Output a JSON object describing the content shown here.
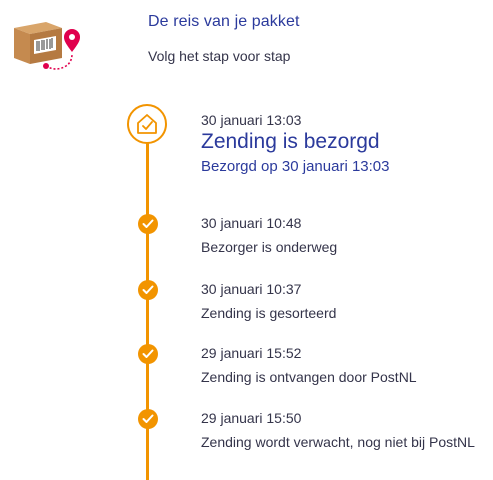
{
  "header": {
    "title": "De reis van je pakket",
    "subtitle": "Volg het stap voor stap"
  },
  "current": {
    "date": "30 januari 13:03",
    "status": "Zending is bezorgd",
    "substatus": "Bezorgd op 30 januari 13:03",
    "icon": "house-check-icon"
  },
  "events": [
    {
      "date": "30 januari 10:48",
      "description": "Bezorger is onderweg"
    },
    {
      "date": "30 januari 10:37",
      "description": "Zending is gesorteerd"
    },
    {
      "date": "29 januari 15:52",
      "description": "Zending is ontvangen door PostNL"
    },
    {
      "date": "29 januari 15:50",
      "description": "Zending wordt verwacht, nog niet bij PostNL"
    }
  ],
  "colors": {
    "accent": "#f29400",
    "heading": "#2b3a9c",
    "text": "#34344a",
    "pin": "#e0004d"
  }
}
